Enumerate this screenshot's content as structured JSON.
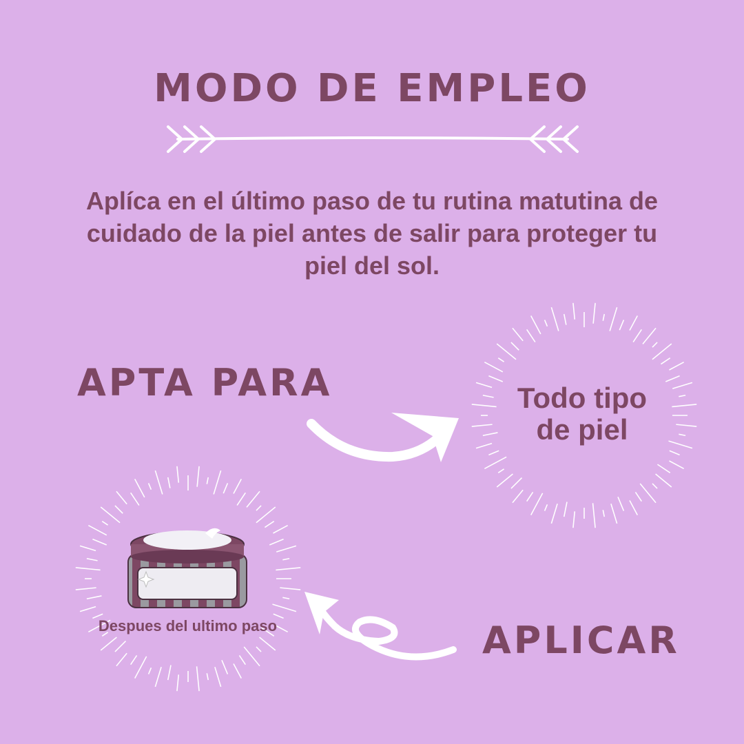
{
  "header": {
    "title": "MODO DE EMPLEO"
  },
  "description": {
    "line1": "Aplíca en el último paso de tu rutina matutina de",
    "line2": "cuidado de la piel antes de salir para proteger tu",
    "line3": "piel del sol."
  },
  "apta": {
    "label": "APTA PARA",
    "value_line1": "Todo tipo",
    "value_line2": "de piel"
  },
  "aplicar": {
    "label": "APLICAR",
    "caption": "Despues del ultimo paso"
  },
  "colors": {
    "background": "#dcb0e9",
    "text": "#7d4763",
    "accent_white": "#ffffff"
  },
  "icons": [
    "double-arrow-divider-icon",
    "curved-arrow-icon",
    "loop-arrow-icon",
    "cream-jar-icon",
    "sunburst-icon"
  ]
}
